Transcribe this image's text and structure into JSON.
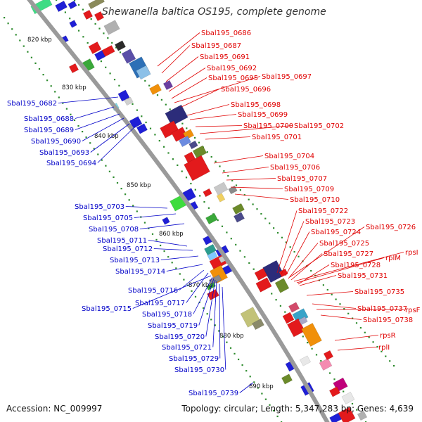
{
  "title": "Shewanella baltica OS195, complete genome",
  "footer": {
    "accession": "Accession: NC_009997",
    "summary": "Topology: circular; Length: 5,347,283 bp; Genes: 4,639"
  },
  "colors": {
    "reverse_label": "#0000c8",
    "forward_label": "#e00000",
    "backbone": "#999999",
    "tick_dots": "#2e8b2e"
  },
  "kbp_ticks": [
    "820 kbp",
    "830 kbp",
    "840 kbp",
    "850 kbp",
    "860 kbp",
    "870 kbp",
    "880 kbp",
    "890 kbp"
  ],
  "reverse_genes": [
    "Sbal195_0682",
    "Sbal195_0688",
    "Sbal195_0689",
    "Sbal195_0690",
    "Sbal195_0693",
    "Sbal195_0694",
    "Sbal195_0703",
    "Sbal195_0705",
    "Sbal195_0708",
    "Sbal195_0711",
    "Sbal195_0712",
    "Sbal195_0713",
    "Sbal195_0714",
    "Sbal195_0716",
    "Sbal195_0717",
    "Sbal195_0715",
    "Sbal195_0718",
    "Sbal195_0719",
    "Sbal195_0720",
    "Sbal195_0721",
    "Sbal195_0729",
    "Sbal195_0730",
    "Sbal195_0739"
  ],
  "forward_genes": [
    "Sbal195_0686",
    "Sbal195_0687",
    "Sbal195_0691",
    "Sbal195_0692",
    "Sbal195_0695",
    "Sbal195_0697",
    "Sbal195_0696",
    "Sbal195_0698",
    "Sbal195_0699",
    "Sbal195_0700",
    "Sbal195_0702",
    "Sbal195_0701",
    "Sbal195_0704",
    "Sbal195_0706",
    "Sbal195_0707",
    "Sbal195_0709",
    "Sbal195_0710",
    "Sbal195_0722",
    "Sbal195_0723",
    "Sbal195_0724",
    "Sbal195_0726",
    "Sbal195_0725",
    "Sbal195_0727",
    "rpsI",
    "rplM",
    "Sbal195_0728",
    "Sbal195_0731",
    "Sbal195_0735",
    "Sbal195_0737",
    "rpsF",
    "Sbal195_0738",
    "rpsR",
    "rplI"
  ]
}
